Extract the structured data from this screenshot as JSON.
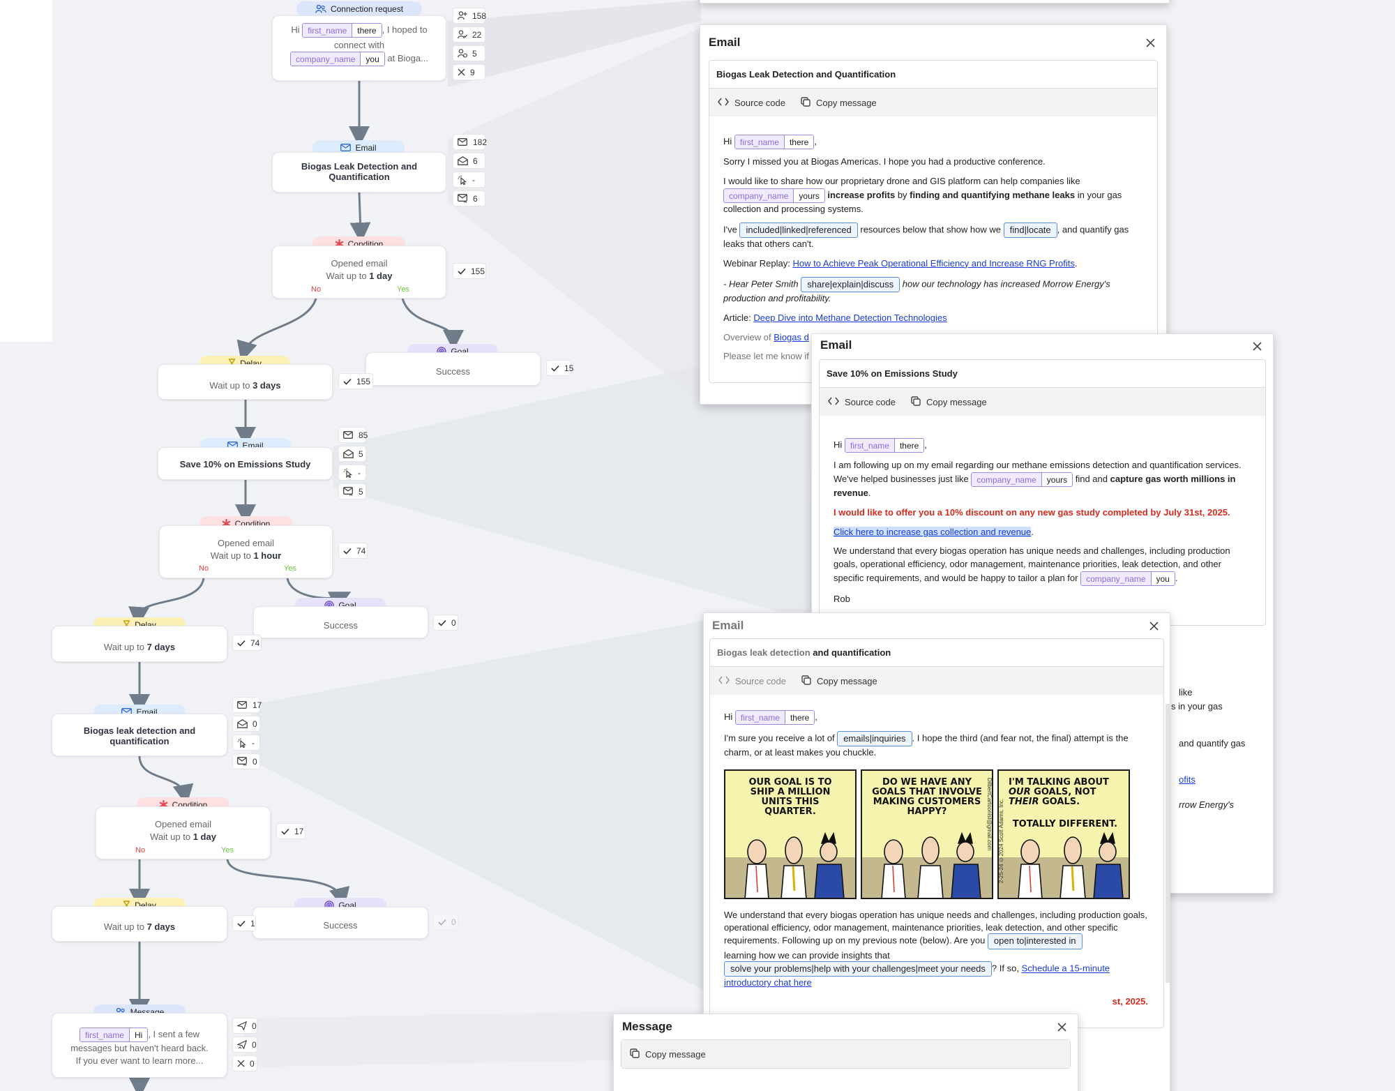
{
  "colors": {
    "canvas": "#f1f2f6",
    "connector": "#6f7d8a",
    "no": "#e14040",
    "yes": "#6cc33a",
    "link_blue": "#1a3bd9",
    "promo_red": "#d62b1f",
    "tag_purple": "#8a6ddf"
  },
  "workflow": {
    "connection_request": {
      "label": "Connection request",
      "icon": "people-icon",
      "text_hi": "Hi",
      "text_mid": ", I hoped to",
      "text_connect": "connect with",
      "text_tail": "at Bioga...",
      "tag1": {
        "key": "first_name",
        "value": "there"
      },
      "tag2": {
        "key": "company_name",
        "value": "you"
      },
      "stats": [
        {
          "icon": "user-plus-icon",
          "value": "158"
        },
        {
          "icon": "user-check-icon",
          "value": "22"
        },
        {
          "icon": "user-clock-icon",
          "value": "5"
        },
        {
          "icon": "x-icon",
          "value": "9"
        }
      ]
    },
    "email1": {
      "label": "Email",
      "title": "Biogas Leak Detection and Quantification",
      "stats": [
        {
          "icon": "mail-sent-icon",
          "value": "182"
        },
        {
          "icon": "mail-open-icon",
          "value": "6"
        },
        {
          "icon": "click-icon",
          "value": "-"
        },
        {
          "icon": "mail-reply-icon",
          "value": "6"
        }
      ]
    },
    "condition1": {
      "label": "Condition",
      "line1": "Opened email",
      "line2_prefix": "Wait up to",
      "line2_bold": "1 day",
      "no": "No",
      "yes": "Yes",
      "stat": "155"
    },
    "goal1": {
      "label": "Goal",
      "text": "Success",
      "stat": "15"
    },
    "delay1": {
      "label": "Delay",
      "prefix": "Wait up to",
      "bold": "3 days",
      "stat": "155"
    },
    "email2": {
      "label": "Email",
      "title": "Save 10% on Emissions Study",
      "stats": [
        {
          "icon": "mail-sent-icon",
          "value": "85"
        },
        {
          "icon": "mail-open-icon",
          "value": "5"
        },
        {
          "icon": "click-icon",
          "value": "-"
        },
        {
          "icon": "mail-reply-icon",
          "value": "5"
        }
      ]
    },
    "condition2": {
      "label": "Condition",
      "line1": "Opened email",
      "line2_prefix": "Wait up to",
      "line2_bold": "1 hour",
      "no": "No",
      "yes": "Yes",
      "stat": "74"
    },
    "goal2": {
      "label": "Goal",
      "text": "Success",
      "stat": "0"
    },
    "delay2": {
      "label": "Delay",
      "prefix": "Wait up to",
      "bold": "7 days",
      "stat": "74"
    },
    "email3": {
      "label": "Email",
      "title": "Biogas leak detection and quantification",
      "stats": [
        {
          "icon": "mail-sent-icon",
          "value": "17"
        },
        {
          "icon": "mail-open-icon",
          "value": "0"
        },
        {
          "icon": "click-icon",
          "value": "-"
        },
        {
          "icon": "mail-reply-icon",
          "value": "0"
        }
      ]
    },
    "condition3": {
      "label": "Condition",
      "line1": "Opened email",
      "line2_prefix": "Wait up to",
      "line2_bold": "1 day",
      "no": "No",
      "yes": "Yes",
      "stat": "17"
    },
    "goal3": {
      "label": "Goal",
      "text": "Success",
      "stat": "0"
    },
    "delay3": {
      "label": "Delay",
      "prefix": "Wait up to",
      "bold": "7 days",
      "stat": "1"
    },
    "message": {
      "label": "Message",
      "tag": {
        "key": "first_name",
        "value": "Hi"
      },
      "text1": ", I sent a few",
      "text2": "messages but haven't heard back.",
      "text3": "If you ever want to learn more...",
      "stats": [
        {
          "icon": "send-icon",
          "value": "0"
        },
        {
          "icon": "reply-icon",
          "value": "0"
        },
        {
          "icon": "x-icon",
          "value": "0"
        }
      ]
    }
  },
  "modal1": {
    "title": "Email",
    "subject": "Biogas Leak Detection and Quantification",
    "source_code": "Source code",
    "copy_message": "Copy message",
    "hi": "Hi",
    "tag_first": {
      "key": "first_name",
      "value": "there"
    },
    "comma": ",",
    "p1": "Sorry I missed you at Biogas Americas. I hope you had a productive conference.",
    "p2a": "I would like to share how our proprietary drone and GIS platform can help companies like",
    "tag_company": {
      "key": "company_name",
      "value": "yours"
    },
    "p2b_bold1": "increase profits",
    "p2b_by": "by",
    "p2b_bold2": "finding and quantifying methane leaks",
    "p2b_rest": "in your gas collection and processing systems.",
    "p3_ive": "I've",
    "spin1": "included|linked|referenced",
    "p3_mid": "resources below that show how we",
    "spin2": "find|locate",
    "p3_rest": ", and quantify gas leaks that others can't.",
    "p4_label": "Webinar Replay:",
    "p4_link": "How to Achieve Peak Operational Efficiency and Increase RNG Profits",
    "p4_end": ".",
    "p5_a": "- Hear Peter Smith",
    "spin3": "share|explain|discuss",
    "p5_b": "how our technology has increased Morrow Energy's production and profitability.",
    "p6_label": "Article:",
    "p6_link": "Deep Dive into Methane Detection Technologies",
    "p7_label": "Overview of",
    "p7_link": "Biogas d",
    "p8": "Please let me know if"
  },
  "modal2": {
    "title": "Email",
    "subject": "Save 10% on Emissions Study",
    "source_code": "Source code",
    "copy_message": "Copy message",
    "hi": "Hi",
    "tag_first": {
      "key": "first_name",
      "value": "there"
    },
    "comma": ",",
    "p1a": "I am following up on my email regarding our methane emissions detection and quantification services. We've helped businesses just like",
    "tag_company": {
      "key": "company_name",
      "value": "yours"
    },
    "p1b": "find and",
    "p1b_bold": "capture gas worth millions in revenue",
    "p1_end": ".",
    "p2": "I would like to offer you a 10% discount on any new gas study completed by July 31st, 2025.",
    "p3_link": "Click here to increase gas collection and revenue",
    "p3_end": ".",
    "p4a": "We understand that every biogas operation has unique needs and challenges, including production goals, operational efficiency, odor management, maintenance priorities, leak detection, and other specific requirements, and would be happy to tailor a plan for",
    "tag_company2": {
      "key": "company_name",
      "value": "you"
    },
    "p4_end": ".",
    "sign": "Rob",
    "peek": {
      "l1": "like",
      "l2": "s in your gas",
      "l3": "and quantify gas",
      "l4": "ofits",
      "l5": "rrow Energy's"
    }
  },
  "modal3": {
    "title": "Email",
    "subject_a": "Biogas leak detection",
    "subject_b": " and quantification",
    "source_code": "Source code",
    "copy_message": "Copy message",
    "hi": "Hi",
    "tag_first": {
      "key": "first_name",
      "value": "there"
    },
    "comma": ",",
    "p1a": "I'm sure you receive a lot of",
    "spin1": "emails|inquiries",
    "p1b": ". I hope the third (and fear not, the final) attempt is the charm, or at least makes you chuckle.",
    "comic": {
      "panel1": "OUR GOAL IS TO SHIP A MILLION UNITS THIS QUARTER.",
      "panel2": "DO WE HAVE ANY GOALS THAT INVOLVE MAKING CUSTOMERS HAPPY?",
      "panel3_a": "I'M TALKING ABOUT",
      "panel3_b": "OUR",
      "panel3_c": "GOALS, NOT",
      "panel3_d": "THEIR",
      "panel3_e": "GOALS.",
      "panel3_f": "TOTALLY DIFFERENT.",
      "credit1": "DilbertCartoonist@gmail.com",
      "credit2": "2-25-24 ©2024 Scott Adams, Inc."
    },
    "p2a": "We understand that every biogas operation has unique needs and challenges, including production goals, operational efficiency, odor management, maintenance priorities, leak detection, and other specific requirements. Following up on my previous note (below). Are you",
    "spin2": "open to|interested in",
    "p2b": "learning how we can provide insights that",
    "spin3": "solve your problems|help with your challenges|meet your needs",
    "p2c": "? If so,",
    "p2_link": "Schedule a 15-minute introductory chat here",
    "peek_red": "st, 2025."
  },
  "modal4": {
    "title": "Message",
    "copy_message": "Copy message"
  }
}
